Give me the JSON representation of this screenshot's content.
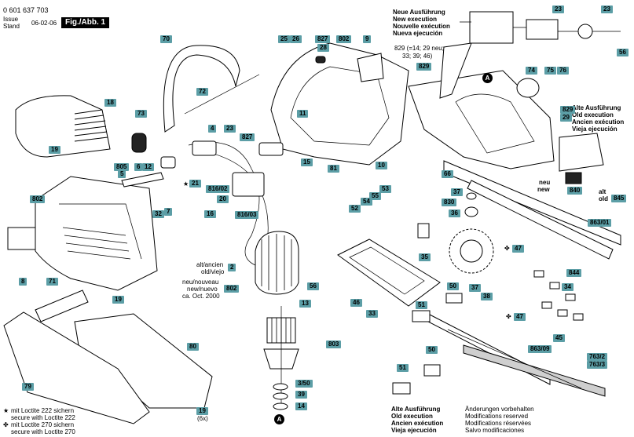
{
  "header": {
    "part_number": "0 601 637 703",
    "issue_label": "Issue",
    "stand_label": "Stand",
    "issue_date": "06-02-06",
    "figure": "Fig./Abb. 1"
  },
  "new_execution": {
    "lines": [
      "Neue Ausführung",
      "New execution",
      "Nouvelle exécution",
      "Nueva ejecución"
    ],
    "note": "829 (=14; 29 neu; 33; 39; 46)",
    "note_line1": "829 (=14; 29 neu;",
    "note_line2": "33; 39; 46)",
    "tag": "829"
  },
  "old_execution_right": {
    "lines": [
      "Alte Ausführung",
      "Old execution",
      "Ancien exécution",
      "Vieja ejecución"
    ]
  },
  "old_execution_bottom": {
    "lines": [
      "Alte Ausführung",
      "Old execution",
      "Ancien exécution",
      "Vieja ejecución"
    ]
  },
  "alt_ancien": {
    "line1": "alt/ancien",
    "line2": "old/viejo",
    "tag": "2"
  },
  "neu_nouveau": {
    "line1": "neu/nouveau",
    "line2": "new/nuevo",
    "line3": "ca. Oct. 2000",
    "tag": "802"
  },
  "neu_new": {
    "line1": "neu",
    "line2": "new"
  },
  "alt_old": {
    "line1": "alt",
    "line2": "old"
  },
  "footer_left": {
    "loctite222": "mit Loctite 222 sichern",
    "loctite222_en": "secure with Loctite 222",
    "loctite270": "mit Loctite 270 sichern",
    "loctite270_en": "secure with Loctite 270"
  },
  "footer_right": {
    "lines": [
      "Änderungen vorbehalten",
      "Modifications reserved",
      "Modifications réservées",
      "Salvo modificaciones"
    ]
  },
  "markers": {
    "circle": "A",
    "star": "★",
    "cross": "✤"
  },
  "labels": {
    "p70": "70",
    "p72": "72",
    "p73": "73",
    "p18": "18",
    "p19a": "19",
    "p25": "25",
    "p26": "26",
    "p827a": "827",
    "p28": "28",
    "p802a": "802",
    "p9": "9",
    "p11": "11",
    "p23a": "23",
    "p4": "4",
    "p12": "12",
    "p6": "6",
    "p805": "805",
    "p5": "5",
    "p21": "21",
    "p32": "32",
    "p7": "7",
    "p827b": "827",
    "p816_02": "816/02",
    "p20": "20",
    "p816_03": "816/03",
    "p16": "16",
    "p15": "15",
    "p81": "81",
    "p10": "10",
    "p802b": "802",
    "p8": "8",
    "p71": "71",
    "p19b": "19",
    "p80": "80",
    "p79": "79",
    "p19c": "19",
    "p19c_sub": "(6x)",
    "p53": "53",
    "p55": "55",
    "p54": "54",
    "p52": "52",
    "p56a": "56",
    "p13": "13",
    "p803": "803",
    "p3_50": "3/50",
    "p39": "39",
    "p14": "14",
    "p46": "46",
    "p33": "33",
    "p35": "35",
    "p51a": "51",
    "p50a": "50",
    "p51b": "51",
    "p50b": "50",
    "p23b": "23",
    "p23c": "23",
    "p56b": "56",
    "p74": "74",
    "p75": "75",
    "p76": "76",
    "p66": "66",
    "p37a": "37",
    "p830": "830",
    "p36": "36",
    "p863_01": "863/01",
    "p47a": "47",
    "p47b": "47",
    "p844": "844",
    "p34": "34",
    "p37b": "37",
    "p38": "38",
    "p45": "45",
    "p863_09": "863/09",
    "p763_2": "763/2",
    "p763_3": "763/3",
    "p29": "29",
    "p840": "840",
    "p845": "845"
  }
}
